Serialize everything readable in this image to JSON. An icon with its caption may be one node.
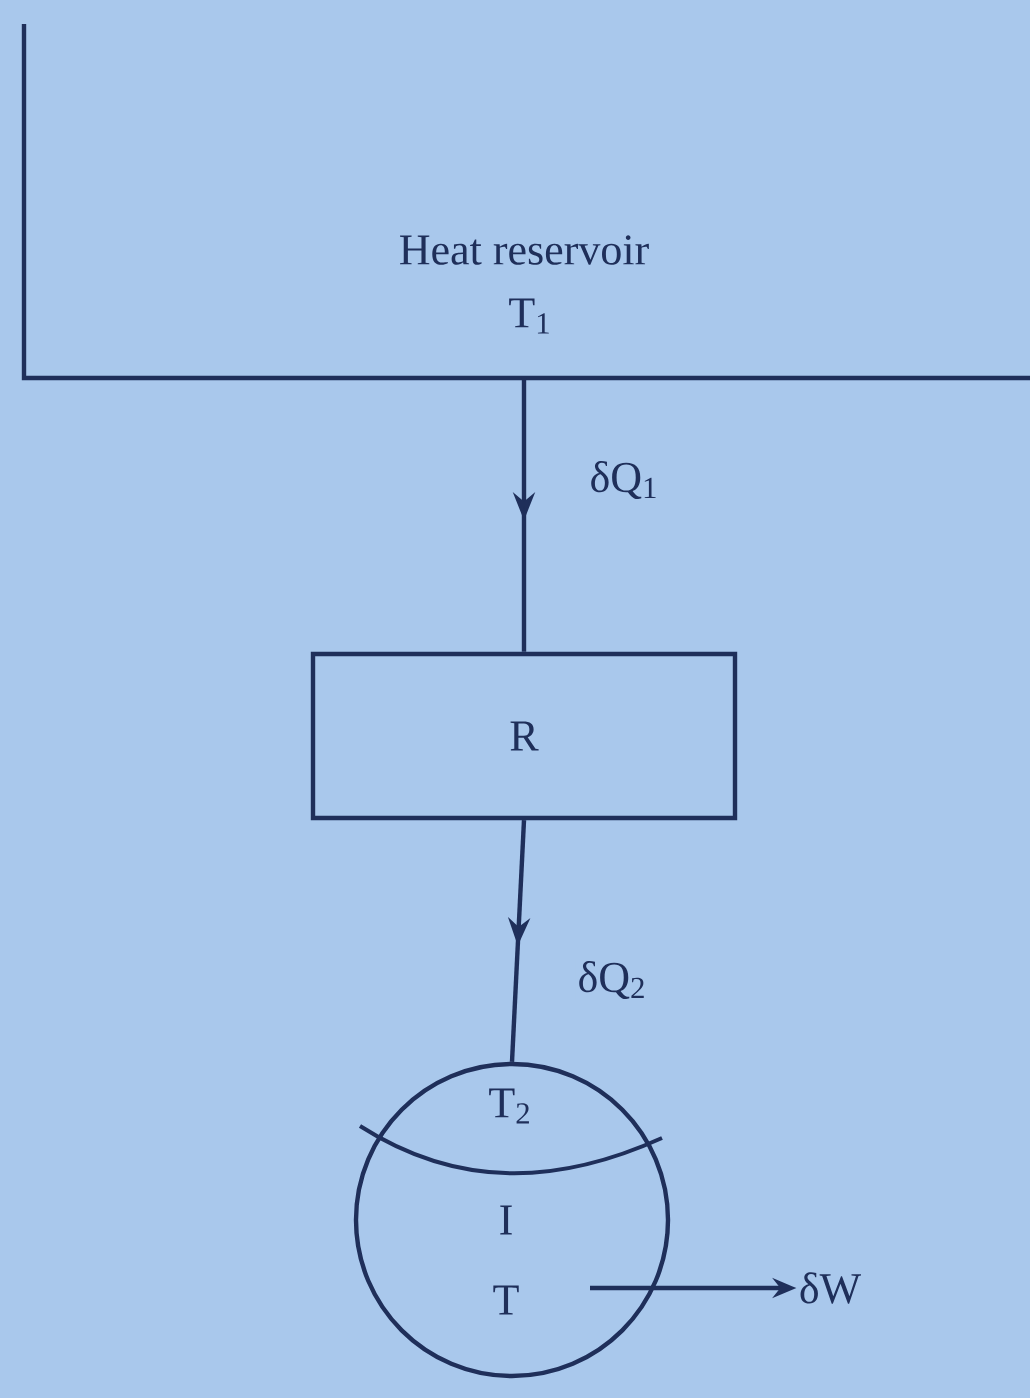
{
  "diagram": {
    "nodes": [
      {
        "text": [
          "Heat reservoir",
          "T$_{1}$"
        ]
      },
      {
        "text": [
          "R"
        ]
      },
      {
        "text": [
          "T$_{2}$",
          "I",
          "T"
        ]
      },
      {
        "text": [
          "δW"
        ]
      }
    ],
    "edges": [
      {
        "from": 0,
        "to": 1,
        "arrow": "to",
        "label": "δQ$_{1}$"
      },
      {
        "from": 1,
        "to": 2,
        "arrow": "to",
        "label": "δQ$_{2}$"
      },
      {
        "from": 2,
        "to": 3,
        "arrow": "to"
      }
    ]
  }
}
